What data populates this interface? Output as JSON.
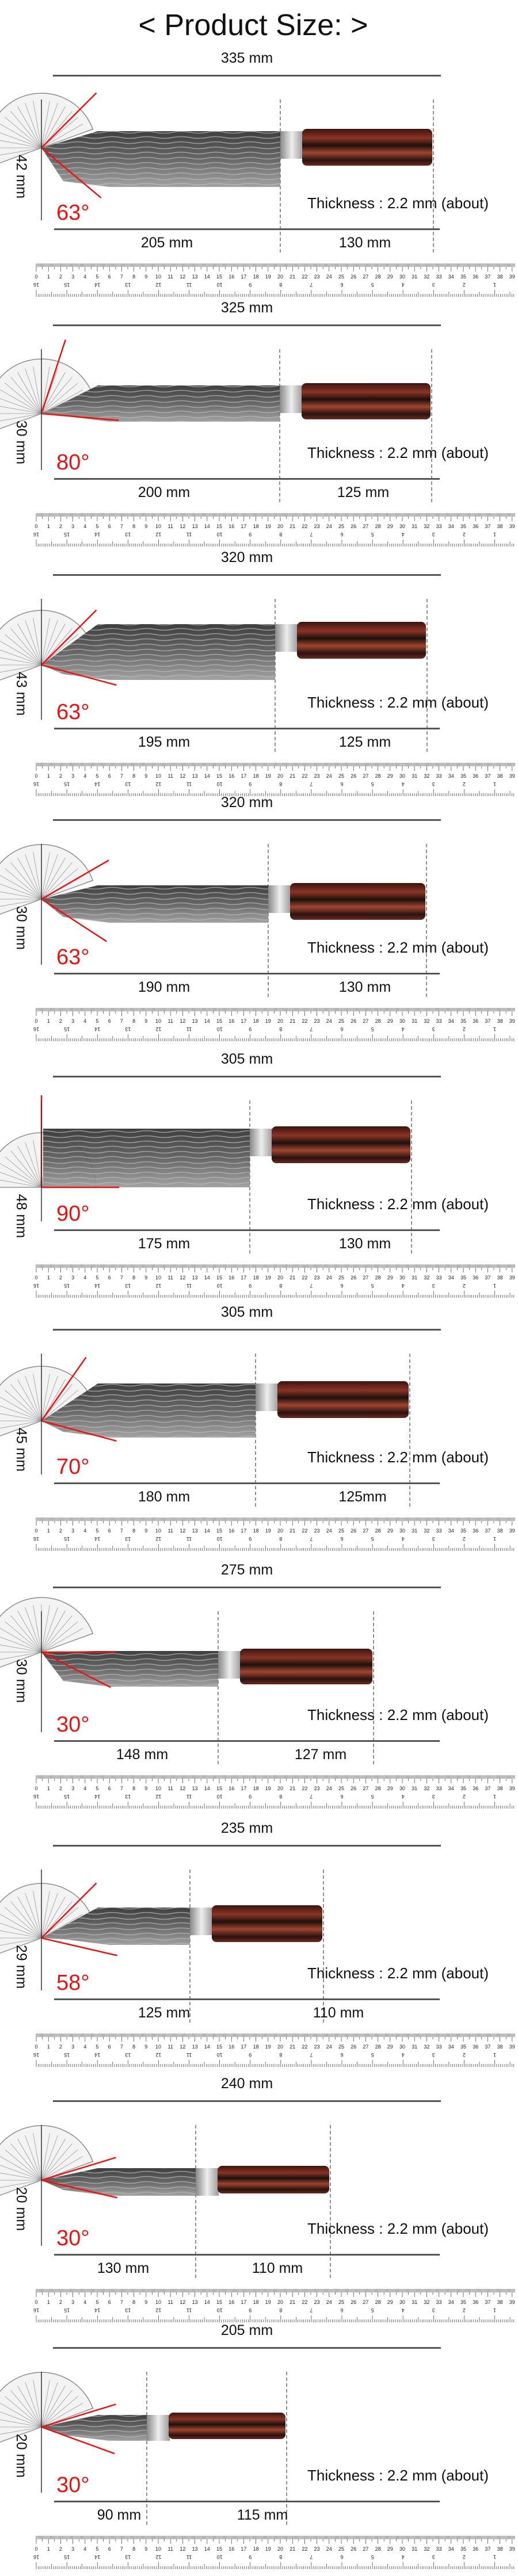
{
  "title": "< Product Size: >",
  "thickness_label": "Thickness : 2.2 mm (about)",
  "colors": {
    "angle": "#ee1111",
    "lines": "#555555",
    "handle": "#4a1a14",
    "blade": "#4a4a4a"
  },
  "ruler": {
    "cm_max": 39,
    "inch_max": 16
  },
  "sections": [
    {
      "total": "335 mm",
      "height": "42 mm",
      "angle": "63°",
      "blade": "205 mm",
      "handle": "130 mm"
    },
    {
      "total": "325 mm",
      "height": "30 mm",
      "angle": "80°",
      "blade": "200 mm",
      "handle": "125 mm"
    },
    {
      "total": "320 mm",
      "height": "43 mm",
      "angle": "63°",
      "blade": "195 mm",
      "handle": "125 mm"
    },
    {
      "total": "320 mm",
      "height": "30 mm",
      "angle": "63°",
      "blade": "190 mm",
      "handle": "130 mm"
    },
    {
      "total": "305 mm",
      "height": "48 mm",
      "angle": "90°",
      "blade": "175 mm",
      "handle": "130 mm"
    },
    {
      "total": "305 mm",
      "height": "45 mm",
      "angle": "70°",
      "blade": "180 mm",
      "handle": "125mm"
    },
    {
      "total": "275 mm",
      "height": "30 mm",
      "angle": "30°",
      "blade": "148 mm",
      "handle": "127 mm"
    },
    {
      "total": "235 mm",
      "height": "29 mm",
      "angle": "58°",
      "blade": "125 mm",
      "handle": "110 mm"
    },
    {
      "total": "240 mm",
      "height": "20 mm",
      "angle": "30°",
      "blade": "130 mm",
      "handle": "110 mm"
    },
    {
      "total": "205 mm",
      "height": "20 mm",
      "angle": "30°",
      "blade": "90 mm",
      "handle": "115 mm"
    }
  ]
}
